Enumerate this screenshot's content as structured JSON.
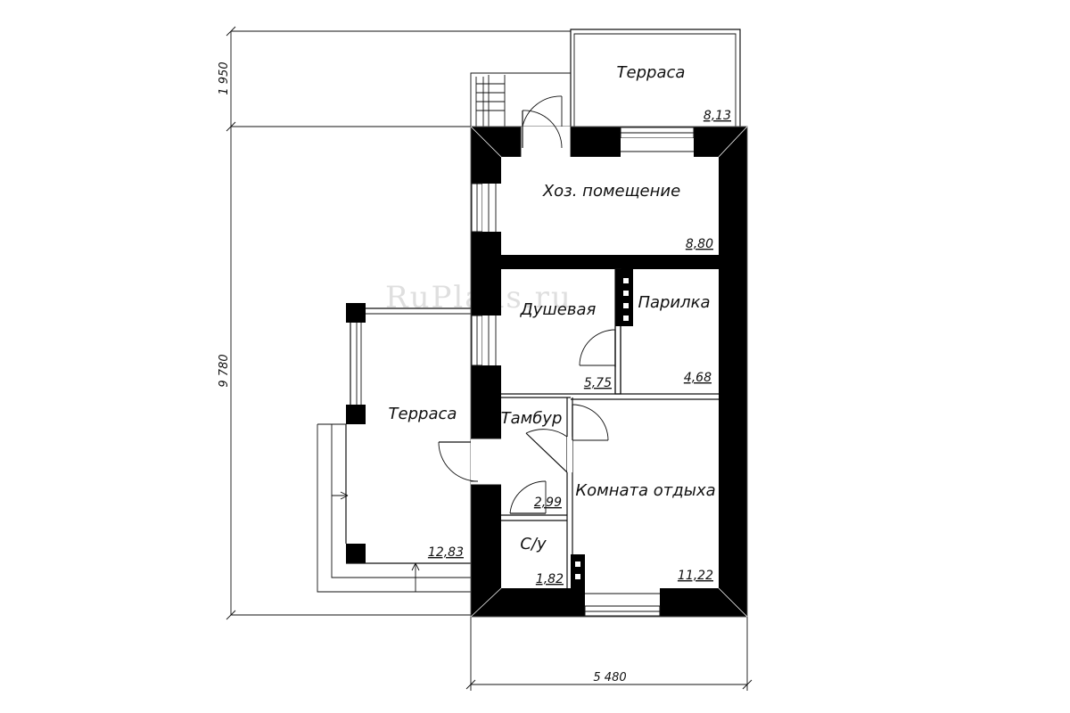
{
  "plan": {
    "watermark": "RuPlans.ru",
    "rooms": [
      {
        "id": "terrace_top",
        "name": "Терраса",
        "area": "8,13"
      },
      {
        "id": "utility",
        "name": "Хоз. помещение",
        "area": "8,80"
      },
      {
        "id": "shower",
        "name": "Душевая",
        "area": "5,75"
      },
      {
        "id": "steam",
        "name": "Парилка",
        "area": "4,68"
      },
      {
        "id": "vestibule",
        "name": "Тамбур",
        "area": "2,99"
      },
      {
        "id": "rest",
        "name": "Комната отдыха",
        "area": "11,22"
      },
      {
        "id": "wc",
        "name": "С/у",
        "area": "1,82"
      },
      {
        "id": "terrace_left",
        "name": "Терраса",
        "area": "12,83"
      }
    ],
    "dimensions": {
      "width": "5 480",
      "height": "9 780",
      "terrace_depth": "1 950"
    }
  }
}
